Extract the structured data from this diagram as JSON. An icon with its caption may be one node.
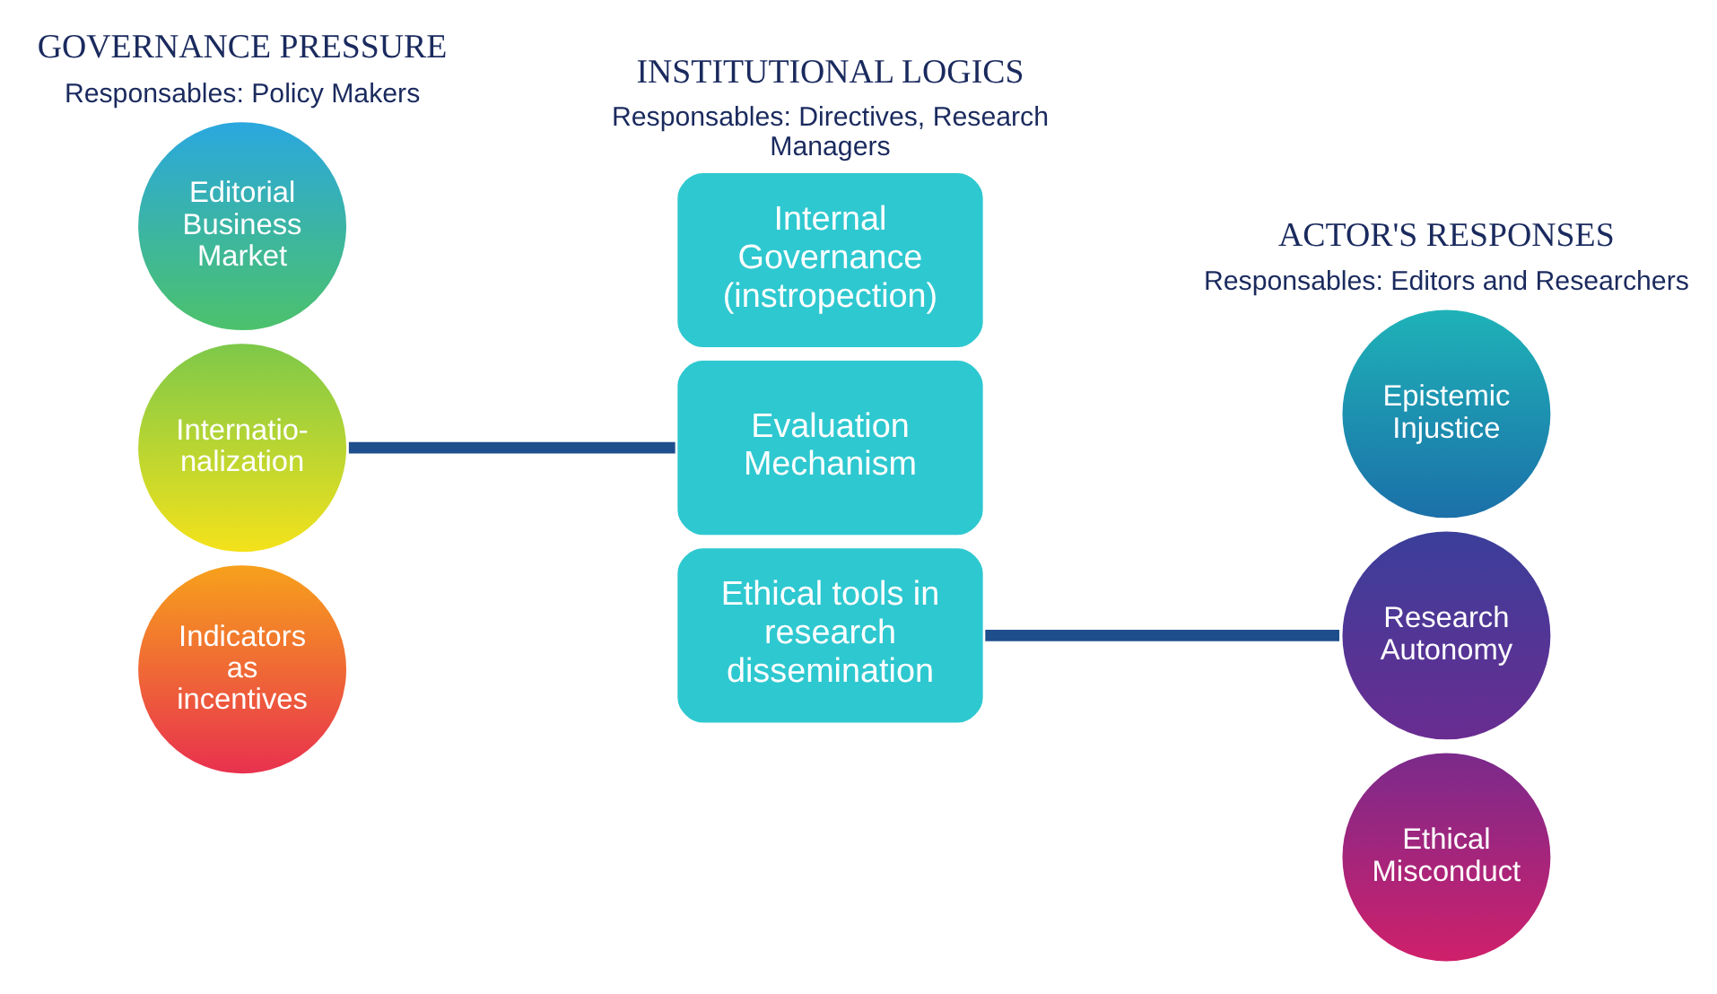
{
  "diagram": {
    "nodes": [
      {
        "text": [
          "Editorial Business Market"
        ]
      },
      {
        "text": [
          "Internatio- nalization"
        ]
      },
      {
        "text": [
          "Indicators as incentives"
        ]
      },
      {
        "text": [
          "Internal Governance (instropection)"
        ]
      },
      {
        "text": [
          "Evaluation Mechanism"
        ]
      },
      {
        "text": [
          "Ethical tools in research dissemination"
        ]
      },
      {
        "text": [
          "Epistemic Injustice"
        ]
      },
      {
        "text": [
          "Research Autonomy"
        ]
      },
      {
        "text": [
          "Ethical Misconduct"
        ]
      }
    ],
    "edges": [
      {
        "from": 1,
        "to": 4,
        "arrow": "none"
      },
      {
        "from": 5,
        "to": 7,
        "arrow": "none"
      }
    ],
    "labels": [
      "GOVERNANCE PRESSURE",
      "Responsables: Policy Makers",
      "INSTITUTIONAL LOGICS",
      "Responsables: Directives, Research Managers",
      "ACTOR'S RESPONSES",
      "Responsables: Editors and Researchers"
    ]
  }
}
